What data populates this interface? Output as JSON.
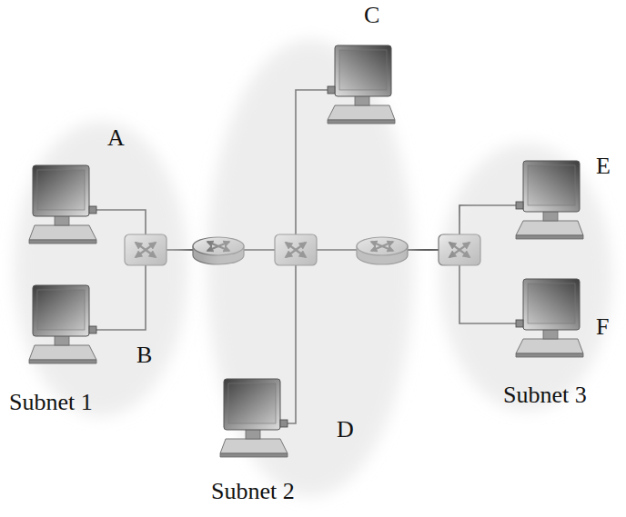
{
  "diagram": {
    "nodes": [
      {
        "text": [
          "Subnet 1"
        ]
      },
      {
        "text": [
          "A"
        ],
        "in": 0
      },
      {
        "text": [
          "B"
        ],
        "in": 0
      },
      {
        "text": [
          "Subnet 2"
        ]
      },
      {
        "text": [
          "C"
        ],
        "in": 3
      },
      {
        "text": [
          "D"
        ],
        "in": 3
      },
      {
        "text": [
          "Subnet 3"
        ]
      },
      {
        "text": [
          "E"
        ],
        "in": 6
      },
      {
        "text": [
          "F"
        ],
        "in": 6
      }
    ]
  }
}
